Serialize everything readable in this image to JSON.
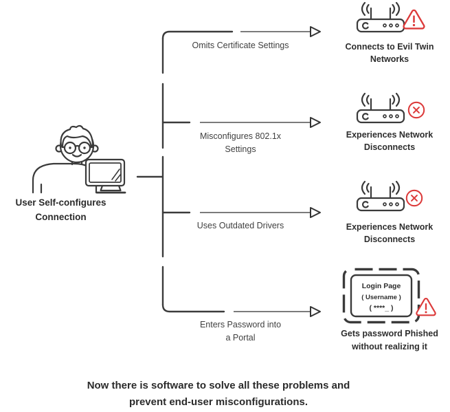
{
  "colors": {
    "ink": "#3a3a3a",
    "line_gray": "#7b7b7b",
    "alert_red": "#dc3a3a"
  },
  "root_node": {
    "icon": "user-at-computer-icon",
    "label_line1": "User Self-configures",
    "label_line2": "Connection"
  },
  "branches": [
    {
      "cause_line1": "Omits Certificate Settings",
      "outcome_icon": "wifi-router-icon",
      "badge_icon": "warning-triangle-icon",
      "effect_line1": "Connects to Evil Twin",
      "effect_line2": "Networks"
    },
    {
      "cause_line1": "Misconfigures 802.1x",
      "cause_line2": "Settings",
      "outcome_icon": "wifi-router-icon",
      "badge_icon": "error-circle-x-icon",
      "effect_line1": "Experiences Network",
      "effect_line2": "Disconnects"
    },
    {
      "cause_line1": "Uses Outdated Drivers",
      "outcome_icon": "wifi-router-icon",
      "badge_icon": "error-circle-x-icon",
      "effect_line1": "Experiences Network",
      "effect_line2": "Disconnects"
    },
    {
      "cause_line1": "Enters Password into",
      "cause_line2": "a Portal",
      "outcome_icon": "login-page-icon",
      "badge_icon": "warning-triangle-icon",
      "effect_line1": "Gets password Phished",
      "effect_line2": "without realizing it"
    }
  ],
  "login_page_graphic": {
    "title": "Login Page",
    "username_field": "( Username )",
    "password_field": "( ****_ )"
  },
  "footer": {
    "line1": "Now there is software to solve all these problems and",
    "line2": "prevent end-user misconfigurations."
  }
}
